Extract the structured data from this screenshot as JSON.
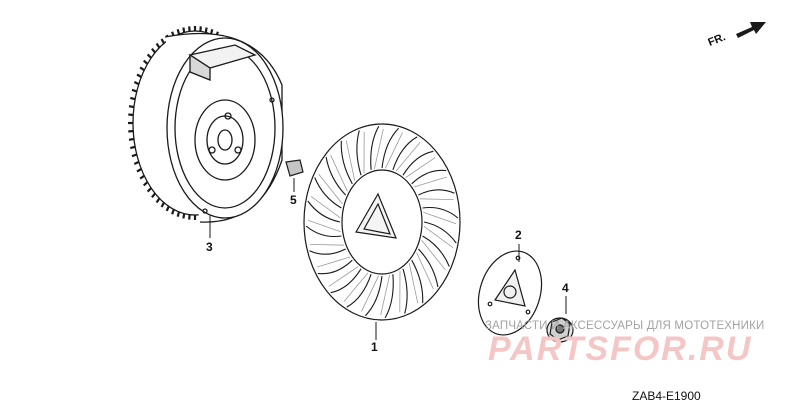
{
  "callouts": {
    "part1": "1",
    "part2": "2",
    "part3": "3",
    "part4": "4",
    "part5": "5"
  },
  "direction_marker": {
    "label": "FR."
  },
  "watermark": {
    "caption": "ЗАПЧАСТИ И АКСЕССУАРЫ ДЛЯ МОТОТЕХНИКИ",
    "brand": "PARTSFOR.RU"
  },
  "diagram_code": "ZAB4-E1900",
  "colors": {
    "line": "#1a1a1a",
    "shade": "#9a9a9a",
    "watermark_red": "#f5c6c6",
    "watermark_gray": "#a3a3a3"
  }
}
